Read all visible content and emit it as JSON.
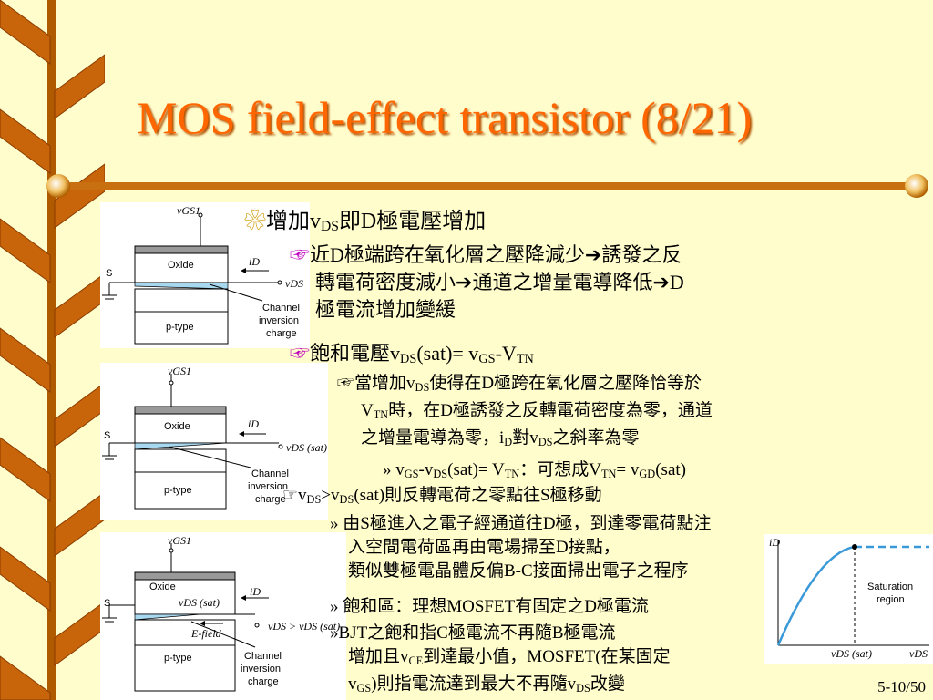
{
  "title": "MOS field-effect transistor (8/21)",
  "page_number": "5-10/50",
  "bullets": {
    "b1_pre": "增加v",
    "b1_sub": "DS",
    "b1_post": "即D極電壓增加",
    "b2_line1": "近D極端跨在氧化層之壓降減少",
    "b2_line1b": "誘發之反",
    "b2_line2": "轉電荷密度減小",
    "b2_line2b": "通道之增量電導降低",
    "b2_line2c": "D",
    "b2_line3": "極電流增加變緩",
    "b3_pre": "飽和電壓v",
    "b3_sub1": "DS",
    "b3_mid": "(sat)= v",
    "b3_sub2": "GS",
    "b3_mid2": "-V",
    "b3_sub3": "TN",
    "b4_line1a": "當增加v",
    "b4_line1sub": "DS",
    "b4_line1b": "使得在D極跨在氧化層之壓降恰等於",
    "b4_line2a": "V",
    "b4_line2sub": "TN",
    "b4_line2b": "時，在D極誘發之反轉電荷密度為零，通道",
    "b4_line3a": "之增量電導為零，i",
    "b4_line3sub": "D",
    "b4_line3b": "對v",
    "b4_line3sub2": "DS",
    "b4_line3c": "之斜率為零",
    "b5_a": "» v",
    "b5_s1": "GS",
    "b5_b": "-v",
    "b5_s2": "DS",
    "b5_c": "(sat)= V",
    "b5_s3": "TN",
    "b5_d": "：可想成V",
    "b5_s4": "TN",
    "b5_e": "= v",
    "b5_s5": "GD",
    "b5_f": "(sat)",
    "b6_a": "v",
    "b6_s1": "DS",
    "b6_b": ">v",
    "b6_s2": "DS",
    "b6_c": "(sat)則反轉電荷之零點往S極移動",
    "b7_line1": "» 由S極進入之電子經通道往D極，到達零電荷點注",
    "b7_line2": "入空間電荷區再由電場掃至D接點，",
    "b7_line3": "類似雙極電晶體反偏B-C接面掃出電子之程序",
    "b8": "» 飽和區：理想MOSFET有固定之D極電流",
    "b9_line1": "»BJT之飽和指C極電流不再隨B極電流",
    "b9_line2a": "增加且v",
    "b9_line2sub": "CE",
    "b9_line2b": "到達最小值，MOSFET(在某固定",
    "b9_line3a": "v",
    "b9_line3sub": "GS",
    "b9_line3b": ")則指電流達到最大不再隨v",
    "b9_line3sub2": "DS",
    "b9_line3c": "改變"
  },
  "figures": {
    "fig1": {
      "vgs": "vGS1",
      "oxide": "Oxide",
      "ptype": "p-type",
      "s": "S",
      "id": "iD",
      "vds": "vDS",
      "chan1": "Channel",
      "chan2": "inversion",
      "chan3": "charge"
    },
    "fig2": {
      "vgs": "vGS1",
      "oxide": "Oxide",
      "ptype": "p-type",
      "s": "S",
      "id": "iD",
      "vds": "vDS (sat)",
      "chan1": "Channel",
      "chan2": "inversion",
      "chan3": "charge"
    },
    "fig3": {
      "vgs": "vGS1",
      "oxide": "Oxide",
      "ptype": "p-type",
      "s": "S",
      "id": "iD",
      "vdsat": "vDS (sat)",
      "efield": "E-field",
      "vds": "vDS > vDS (sat)",
      "chan1": "Channel",
      "chan2": "inversion",
      "chan3": "charge"
    },
    "curve": {
      "id": "iD",
      "sat1": "Saturation",
      "sat2": "region",
      "xsat": "vDS (sat)",
      "xlabel": "vDS"
    }
  },
  "colors": {
    "title": "#ff6600",
    "background": "#fffdcc",
    "bullet": "#c000c0",
    "channel": "#a8d8f0",
    "curve": "#3a9ad9"
  }
}
